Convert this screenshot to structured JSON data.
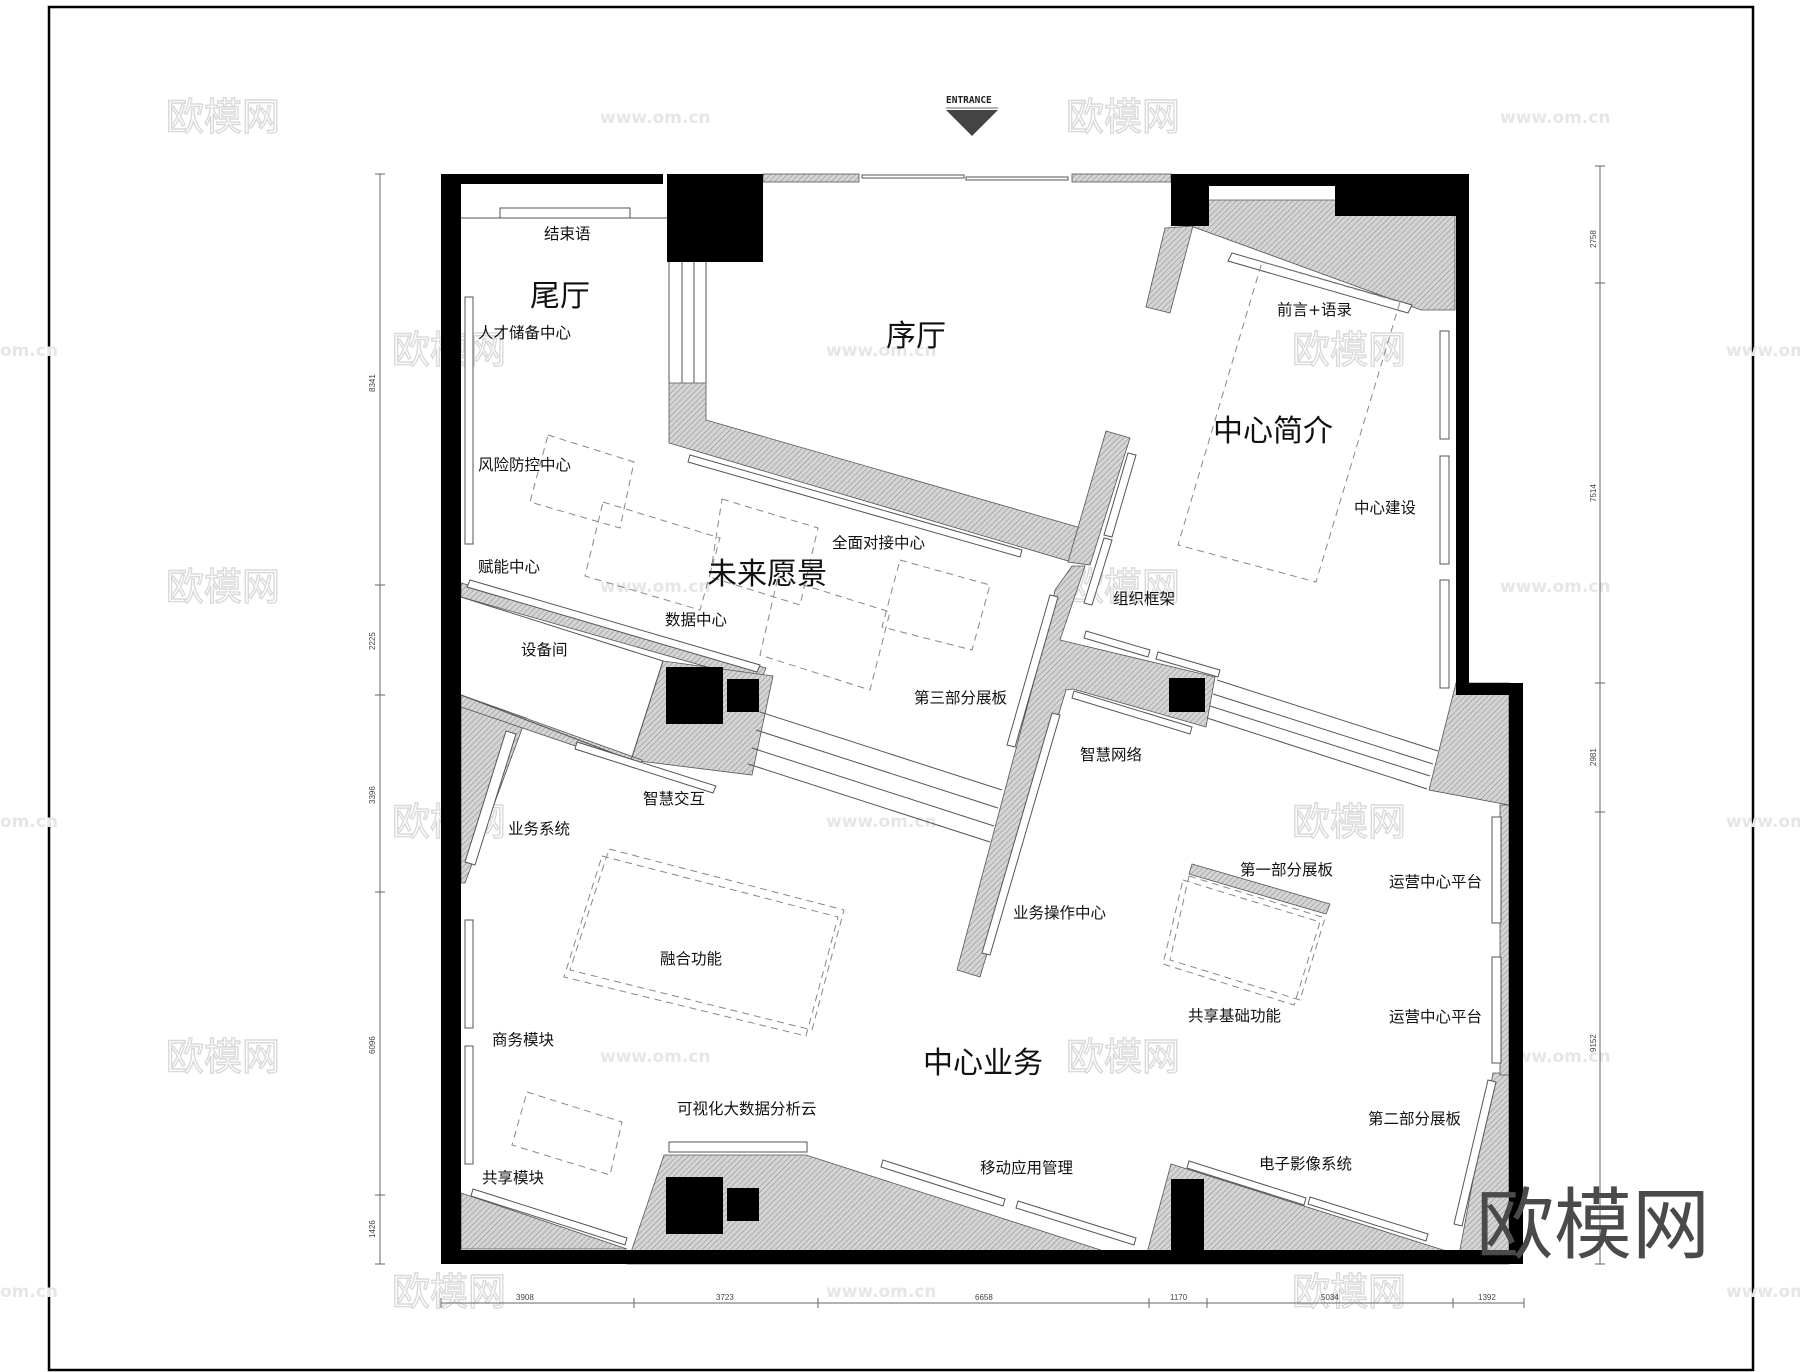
{
  "drawing": {
    "type": "exhibition-floor-plan",
    "entrance_label": "ENTRANCE",
    "colors": {
      "wall": "#000000",
      "hatch_fill": "#c8c8c8",
      "line": "#555555",
      "text": "#111111"
    }
  },
  "zones": {
    "tail_hall": "尾厅",
    "prelude_hall": "序厅",
    "center_intro": "中心简介",
    "future_vision": "未来愿景",
    "center_business": "中心业务"
  },
  "labels": {
    "closing_words": "结束语",
    "talent_reserve_center": "人才储备中心",
    "risk_control_center": "风险防控中心",
    "empowerment_center": "赋能中心",
    "data_center": "数据中心",
    "equipment_room": "设备间",
    "full_docking_center": "全面对接中心",
    "part3_panel": "第三部分展板",
    "preface_quotes": "前言+语录",
    "center_construction": "中心建设",
    "org_structure": "组织框架",
    "smart_network": "智慧网络",
    "smart_interaction": "智慧交互",
    "business_system": "业务系统",
    "fusion_function": "融合功能",
    "business_ops_center": "业务操作中心",
    "part1_panel": "第一部分展板",
    "ops_platform_1": "运营中心平台",
    "ops_platform_2": "运营中心平台",
    "shared_basic_function": "共享基础功能",
    "commerce_module": "商务模块",
    "visual_bigdata_cloud": "可视化大数据分析云",
    "shared_module": "共享模块",
    "mobile_app_mgmt": "移动应用管理",
    "electronic_imaging": "电子影像系统",
    "part2_panel": "第二部分展板"
  },
  "dimensions": {
    "left": [
      "8341",
      "2225",
      "3396",
      "6096",
      "1426"
    ],
    "right": [
      "2758",
      "7514",
      "2981",
      "9152"
    ],
    "bottom": [
      "3908",
      "3723",
      "6658",
      "1170",
      "5034",
      "1392"
    ]
  },
  "watermark": {
    "brand": "欧模网",
    "url": "www.om.cn",
    "url_short": "om.cn"
  }
}
